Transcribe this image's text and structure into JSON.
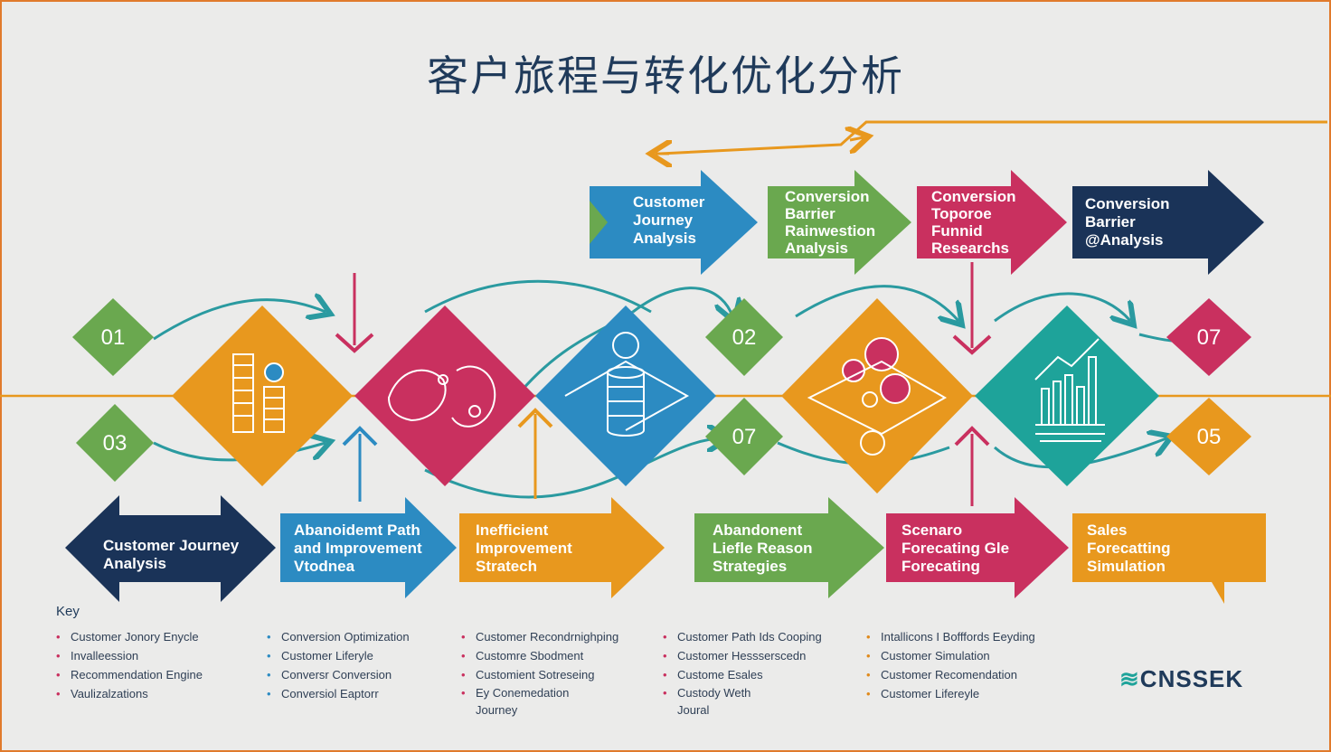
{
  "title": "客户旅程与转化优化分析",
  "top_arrows": [
    {
      "label": "Customer\nJourney\nAnalysis",
      "color": "#2c8bc2"
    },
    {
      "label": "Conversion\nBarrier\nRainwestion\nAnalysis",
      "color": "#6aa84f"
    },
    {
      "label": "Conversion\nToporoe\nFunnid\nResearchs",
      "color": "#c9305f"
    },
    {
      "label": "Conversion\nBarrier\n@Analysis",
      "color": "#1a3358"
    }
  ],
  "bottom_arrows": [
    {
      "label": "Customer Journey\nAnalysis",
      "color": "#1a3358"
    },
    {
      "label": "Abanoidemt Path\nand Improvement\nVtodnea",
      "color": "#2c8bc2"
    },
    {
      "label": "Inefficient\nImprovement\nStratech",
      "color": "#e8981e"
    },
    {
      "label": "Abandonent\nLiefle  Reason\nStrategies",
      "color": "#6aa84f"
    },
    {
      "label": "Scenaro\nForecating Gle\nForecating",
      "color": "#c9305f"
    },
    {
      "label": "Sales\nForecatting\nSimulation",
      "color": "#e8981e"
    }
  ],
  "number_tags": [
    {
      "label": "01",
      "color": "#6aa84f"
    },
    {
      "label": "03",
      "color": "#6aa84f"
    },
    {
      "label": "02",
      "color": "#6aa84f"
    },
    {
      "label": "07",
      "color": "#6aa84f"
    },
    {
      "label": "07",
      "color": "#c9305f"
    },
    {
      "label": "05",
      "color": "#e8981e"
    }
  ],
  "stage_diamonds": [
    {
      "icon": "coin-stack-icon",
      "color": "#e8981e"
    },
    {
      "icon": "handshake-icon",
      "color": "#c9305f"
    },
    {
      "icon": "database-icon",
      "color": "#2c8bc2"
    },
    {
      "icon": "target-coins-icon",
      "color": "#e8981e"
    },
    {
      "icon": "bar-chart-icon",
      "color": "#1ea39a"
    }
  ],
  "key": {
    "title": "Key",
    "columns": [
      [
        "Customer Jonory Enycle",
        "Invalleession",
        "Recommendation Engine",
        "Vaulizalzations"
      ],
      [
        "Conversion Optimization",
        "Customer Liferyle",
        "Conversr Conversion",
        "Conversiol Eaptorr"
      ],
      [
        "Customer Recondrnighping",
        "Customre Sbodment",
        "Customient Sotreseing",
        "Ey Conemedation\nJourney"
      ],
      [
        "Customer Path Ids Cooping",
        "Customer Hessserscedn",
        "Custome Esales",
        "Custody Weth\nJoural"
      ],
      [
        "Intallicons I Bofffords Eeyding",
        "Customer Simulation",
        "Customer Recomendation",
        "Customer Lifereyle"
      ]
    ]
  },
  "logo": {
    "mark": "≋",
    "text": "CNSSEK"
  },
  "colors": {
    "orange": "#e8981e",
    "magenta": "#c9305f",
    "blue": "#2c8bc2",
    "green": "#6aa84f",
    "navy": "#1a3358",
    "teal": "#1ea39a"
  }
}
